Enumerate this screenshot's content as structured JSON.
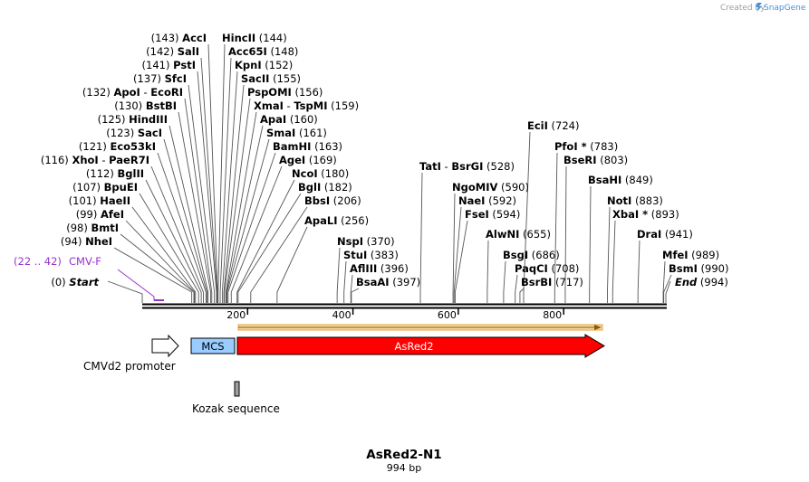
{
  "brand": {
    "created_by": "Created by",
    "name": "SnapGene",
    "accent_color": "#4a90d9"
  },
  "map": {
    "title": "AsRed2-N1",
    "length_label": "994 bp",
    "length": 994,
    "ruler_ticks": [
      200,
      400,
      600,
      800
    ]
  },
  "sites": [
    {
      "name": "AccI",
      "pos": "143"
    },
    {
      "name": "SalI",
      "pos": "142"
    },
    {
      "name": "PstI",
      "pos": "141"
    },
    {
      "name": "SfcI",
      "pos": "137"
    },
    {
      "name": "ApoI",
      "name2": "EcoRI",
      "pos": "132"
    },
    {
      "name": "BstBI",
      "pos": "130"
    },
    {
      "name": "HindIII",
      "pos": "125"
    },
    {
      "name": "SacI",
      "pos": "123"
    },
    {
      "name": "Eco53kI",
      "pos": "121"
    },
    {
      "name": "XhoI",
      "name2": "PaeR7I",
      "pos": "116"
    },
    {
      "name": "BglII",
      "pos": "112"
    },
    {
      "name": "BpuEI",
      "pos": "107"
    },
    {
      "name": "HaeII",
      "pos": "101"
    },
    {
      "name": "AfeI",
      "pos": "99"
    },
    {
      "name": "BmtI",
      "pos": "98"
    },
    {
      "name": "NheI",
      "pos": "94"
    },
    {
      "name": "Start",
      "pos": "0",
      "italic": true
    },
    {
      "name": "HincII",
      "pos": "144"
    },
    {
      "name": "Acc65I",
      "pos": "148"
    },
    {
      "name": "KpnI",
      "pos": "152"
    },
    {
      "name": "SacII",
      "pos": "155"
    },
    {
      "name": "PspOMI",
      "pos": "156"
    },
    {
      "name": "XmaI",
      "name2": "TspMI",
      "pos": "159"
    },
    {
      "name": "ApaI",
      "pos": "160"
    },
    {
      "name": "SmaI",
      "pos": "161"
    },
    {
      "name": "BamHI",
      "pos": "163"
    },
    {
      "name": "AgeI",
      "pos": "169"
    },
    {
      "name": "NcoI",
      "pos": "180"
    },
    {
      "name": "BglI",
      "pos": "182"
    },
    {
      "name": "BbsI",
      "pos": "206"
    },
    {
      "name": "ApaLI",
      "pos": "256"
    },
    {
      "name": "NspI",
      "pos": "370"
    },
    {
      "name": "StuI",
      "pos": "383"
    },
    {
      "name": "AflIII",
      "pos": "396"
    },
    {
      "name": "BsaAI",
      "pos": "397"
    },
    {
      "name": "TatI",
      "name2": "BsrGI",
      "pos": "528"
    },
    {
      "name": "NgoMIV",
      "pos": "590"
    },
    {
      "name": "NaeI",
      "pos": "592"
    },
    {
      "name": "FseI",
      "pos": "594"
    },
    {
      "name": "AlwNI",
      "pos": "655"
    },
    {
      "name": "EciI",
      "pos": "724"
    },
    {
      "name": "PfoI *",
      "pos": "783"
    },
    {
      "name": "BseRI",
      "pos": "803"
    },
    {
      "name": "BsgI",
      "pos": "686"
    },
    {
      "name": "PaqCI",
      "pos": "708"
    },
    {
      "name": "BsrBI",
      "pos": "717"
    },
    {
      "name": "BsaHI",
      "pos": "849"
    },
    {
      "name": "NotI",
      "pos": "883"
    },
    {
      "name": "XbaI *",
      "pos": "893"
    },
    {
      "name": "DraI",
      "pos": "941"
    },
    {
      "name": "MfeI",
      "pos": "989"
    },
    {
      "name": "BsmI",
      "pos": "990"
    },
    {
      "name": "End",
      "pos": "994",
      "italic": true
    }
  ],
  "primer": {
    "name": "CMV-F",
    "range": "22 .. 42",
    "color": "#9933cc"
  },
  "features": {
    "promoter": {
      "label": "CMVd2 promoter",
      "color": "#ffffff"
    },
    "mcs": {
      "label": "MCS",
      "color": "#99ccff"
    },
    "cds": {
      "label": "AsRed2",
      "color": "#ff0000"
    },
    "kozak": {
      "label": "Kozak sequence",
      "color": "#a0a0a0"
    },
    "orf_color": "#e8a33c"
  }
}
